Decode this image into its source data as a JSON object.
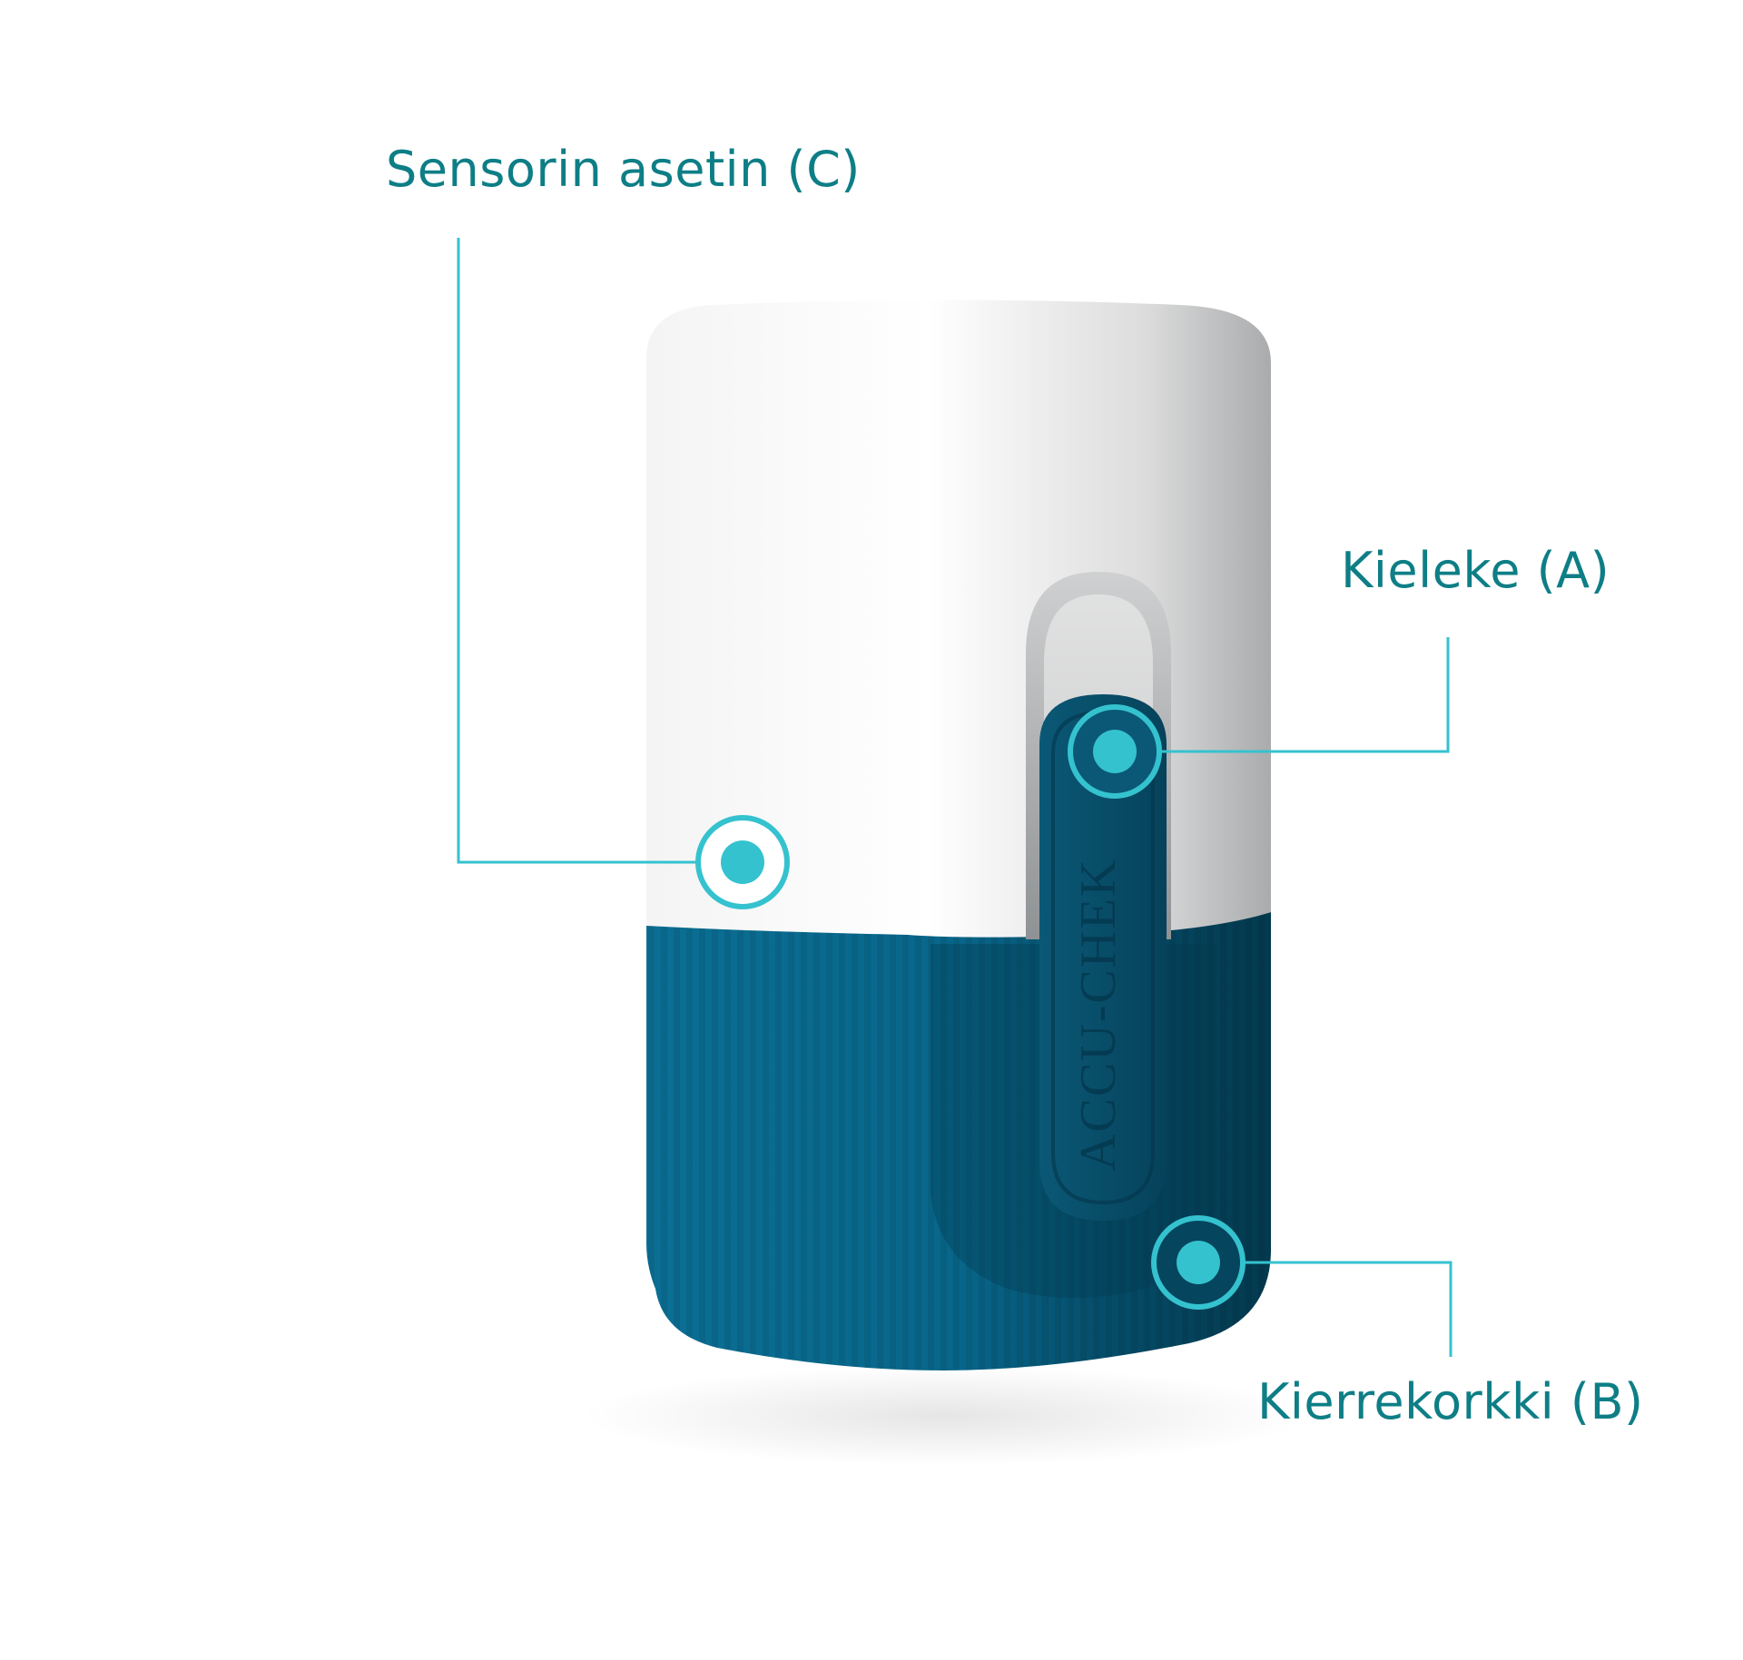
{
  "colors": {
    "accent_teal": "#0e7e86",
    "marker_fill": "#35c2cf",
    "device_white": "#f7f7f7",
    "device_blue": "#0a5f82",
    "device_blue_dark": "#05425a"
  },
  "device": {
    "branding": "ACCU-CHEK"
  },
  "callouts": {
    "sensor_applicator": {
      "label": "Sensorin asetin (C)"
    },
    "tab": {
      "label": "Kieleke (A)"
    },
    "screw_cap": {
      "label": "Kierrekorkki (B)"
    }
  }
}
